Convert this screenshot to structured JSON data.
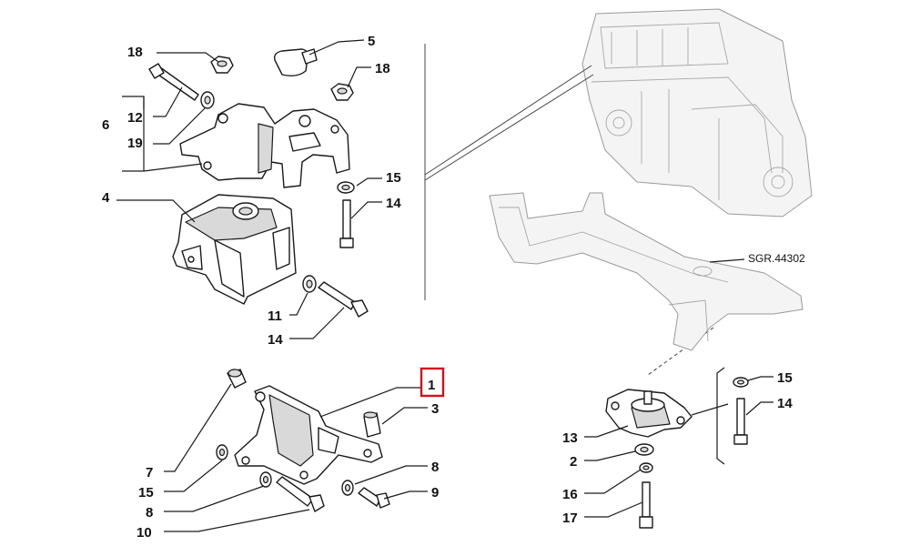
{
  "callouts": {
    "c18a": "18",
    "c5": "5",
    "c18b": "18",
    "c6": "6",
    "c12": "12",
    "c19": "19",
    "c15a": "15",
    "c14a": "14",
    "c4": "4",
    "c11": "11",
    "c14b": "14",
    "c1": "1",
    "c3": "3",
    "c7": "7",
    "c15b": "15",
    "c8a": "8",
    "c10": "10",
    "c8b": "8",
    "c9": "9",
    "c15c": "15",
    "c14c": "14",
    "c13": "13",
    "c2": "2",
    "c16": "16",
    "c17": "17"
  },
  "reference_code": "SGR.44302",
  "highlighted_part": "1",
  "colors": {
    "highlight": "#d0101e",
    "ink": "#1a1a1a",
    "ghost": "#9a9a9a"
  }
}
